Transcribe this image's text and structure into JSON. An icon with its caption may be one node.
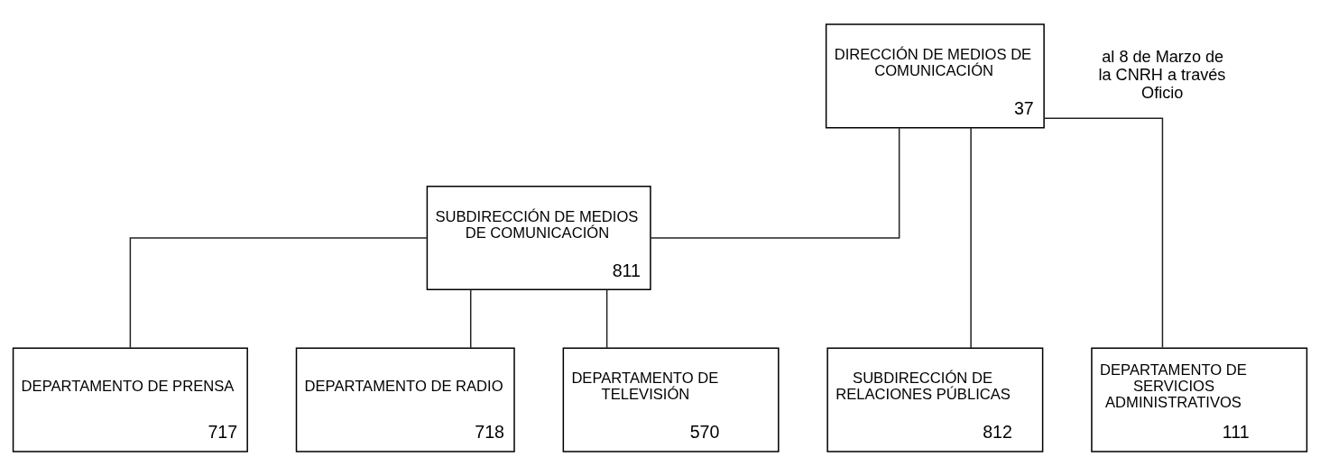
{
  "diagram": {
    "nodes": [
      {
        "text": [
          "DIRECCIÓN DE MEDIOS DE COMUNICACIÓN",
          "37"
        ]
      },
      {
        "text": [
          "SUBDIRECCIÓN DE MEDIOS DE COMUNICACIÓN",
          "811"
        ]
      },
      {
        "text": [
          "SUBDIRECCIÓN DE RELACIONES PÚBLICAS",
          "812"
        ]
      },
      {
        "text": [
          "DEPARTAMENTO DE PRENSA",
          "717"
        ]
      },
      {
        "text": [
          "DEPARTAMENTO DE RADIO",
          "718"
        ]
      },
      {
        "text": [
          "DEPARTAMENTO DE TELEVISIÓN",
          "570"
        ]
      },
      {
        "text": [
          "DEPARTAMENTO DE SERVICIOS ADMINISTRATIVOS",
          "111"
        ]
      }
    ],
    "edges": [
      {
        "from": 0,
        "to": 1,
        "arrow": "none"
      },
      {
        "from": 0,
        "to": 2,
        "arrow": "none"
      },
      {
        "from": 0,
        "to": 6,
        "arrow": "none"
      },
      {
        "from": 1,
        "to": 3,
        "arrow": "none"
      },
      {
        "from": 1,
        "to": 4,
        "arrow": "none"
      },
      {
        "from": 1,
        "to": 5,
        "arrow": "none"
      }
    ],
    "labels": [
      "al 8 de Marzo de la CNRH a través Oficio"
    ]
  }
}
